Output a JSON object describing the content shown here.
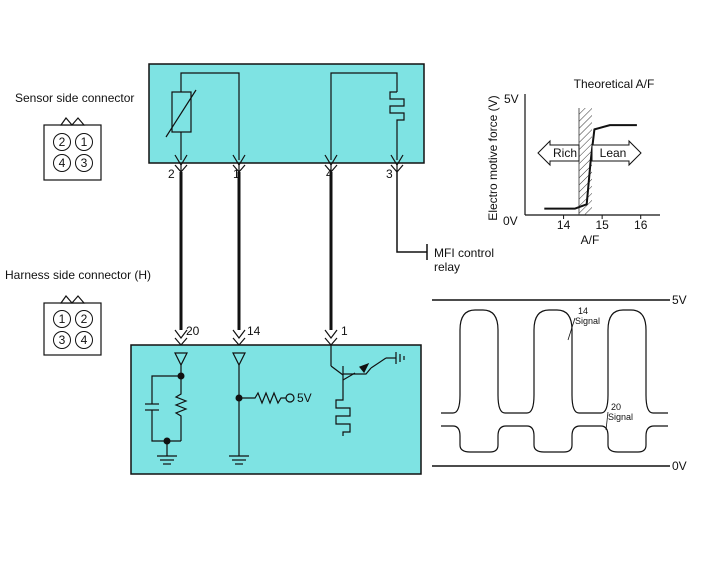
{
  "colors": {
    "panel_fill": "#7ee3e3",
    "line": "#111111",
    "hatch": "#333333",
    "background": "#ffffff"
  },
  "sensor_connector": {
    "title": "Sensor side connector",
    "pins": [
      "2",
      "1",
      "4",
      "3"
    ]
  },
  "harness_connector": {
    "title": "Harness side connector (H)",
    "pins": [
      "1",
      "2",
      "3",
      "4"
    ]
  },
  "sensor_block": {
    "pin_labels": [
      "2",
      "1",
      "4",
      "3"
    ],
    "icons": [
      "variable-resistor-icon",
      "heater-coil-icon"
    ]
  },
  "ecm_block": {
    "pin_labels": [
      "20",
      "14",
      "1"
    ],
    "supply_label": "5V",
    "icons": [
      "capacitor-icon",
      "resistor-icon",
      "ground-icon",
      "transistor-icon",
      "heater-coil-icon"
    ]
  },
  "relay": {
    "label_line1": "MFI control",
    "label_line2": "relay"
  },
  "af_chart": {
    "title": "Theoretical A/F",
    "ylabel": "Electro motive force (V)",
    "xlabel": "A/F",
    "y_top": "5V",
    "y_bottom": "0V",
    "xticks": [
      "14",
      "15",
      "16"
    ],
    "rich_label": "Rich",
    "lean_label": "Lean"
  },
  "waveform": {
    "top_label": "5V",
    "bottom_label": "0V",
    "signal14_num": "14",
    "signal14_word": "Signal",
    "signal20_num": "20",
    "signal20_word": "Signal"
  },
  "chart_data": {
    "type": "line",
    "title": "Theoretical A/F",
    "xlabel": "A/F",
    "ylabel": "Electro motive force (V)",
    "x": [
      13.5,
      14.3,
      14.6,
      14.7,
      14.8,
      15.2,
      15.9
    ],
    "series": [
      {
        "values": [
          0.3,
          0.3,
          0.5,
          2.5,
          4.0,
          4.2,
          4.2
        ]
      }
    ],
    "xticks": [
      "14",
      "15",
      "16"
    ],
    "yticks": [
      "0V",
      "5V"
    ],
    "ylim": [
      0,
      5
    ],
    "grid": false
  }
}
